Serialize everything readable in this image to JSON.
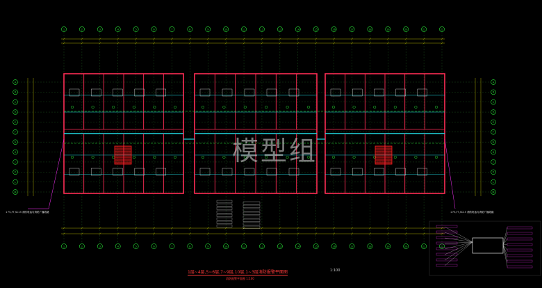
{
  "drawing": {
    "watermark": "模型组",
    "title": "1层~4层,5~6层,7~9层,10层,1~3层消防报警平面图",
    "subtitle": "消防报警平面图 1:100",
    "scale": "1:100",
    "note_left": "1 FS,FT,SC15 消防电话与消防广播线路",
    "note_right": "1 FS,FT,SC15 消防电话与消防广播线路"
  },
  "axes_top": [
    "1",
    "2",
    "3",
    "4",
    "5",
    "6",
    "7",
    "8",
    "9",
    "10",
    "11",
    "12",
    "13",
    "14",
    "15",
    "16",
    "17",
    "18",
    "19",
    "20",
    "21",
    "22"
  ],
  "axes_left": [
    "A",
    "B",
    "C",
    "D",
    "E",
    "F",
    "G",
    "H",
    "J",
    "K",
    "L",
    "M"
  ],
  "colors": {
    "background": "#000000",
    "wall": "#ff2d55",
    "wall_cyan": "#21d7e0",
    "axis_green": "#27e036",
    "dim_yellow": "#d6d200",
    "text_white": "#e6e6e6",
    "stair_red": "#ff1f1f",
    "magenta": "#ff30ff"
  }
}
